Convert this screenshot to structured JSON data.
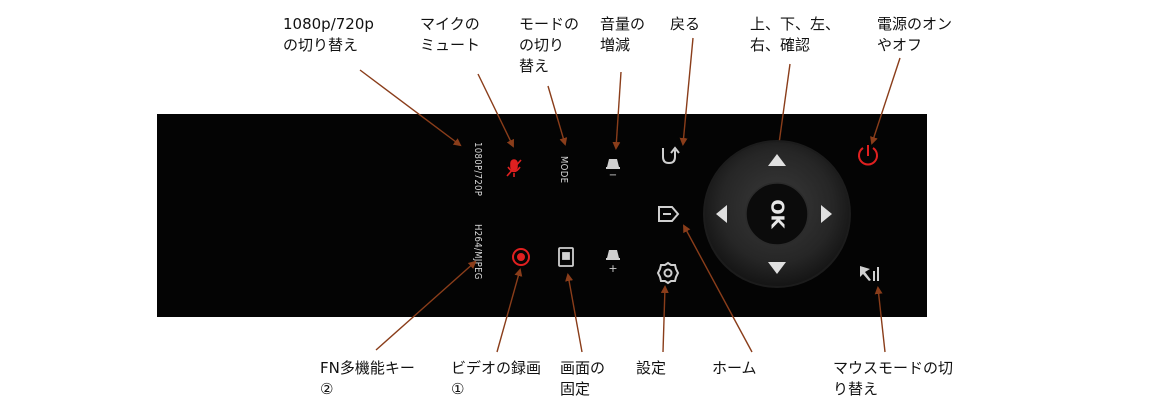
{
  "callouts": {
    "resolution": "1080p/720p\nの切り替え",
    "mic_mute": "マイクの\nミュート",
    "mode_switch": "モードの\nの切り\n替え",
    "volume": "音量の\n増減",
    "back": "戻る",
    "directions": "上、下、左、\n右、確認",
    "power": "電源のオン\nやオフ",
    "fn": "FN多機能キー\n②",
    "record": "ビデオの録画\n①",
    "freeze": "画面の\n固定",
    "settings": "設定",
    "home": "ホーム",
    "mouse_mode": "マウスモードの切\nり替え"
  },
  "remote": {
    "label_resolution": "1080P/720P",
    "label_codec": "H264/MJPEG",
    "label_mode": "MODE",
    "ok_label": "OK",
    "vol_down": "−",
    "vol_up": "+"
  },
  "colors": {
    "arrow": "#8a3d1a",
    "accent_red": "#e02020",
    "remote_bg": "#040404",
    "icon_grey": "#d0d0d0"
  }
}
